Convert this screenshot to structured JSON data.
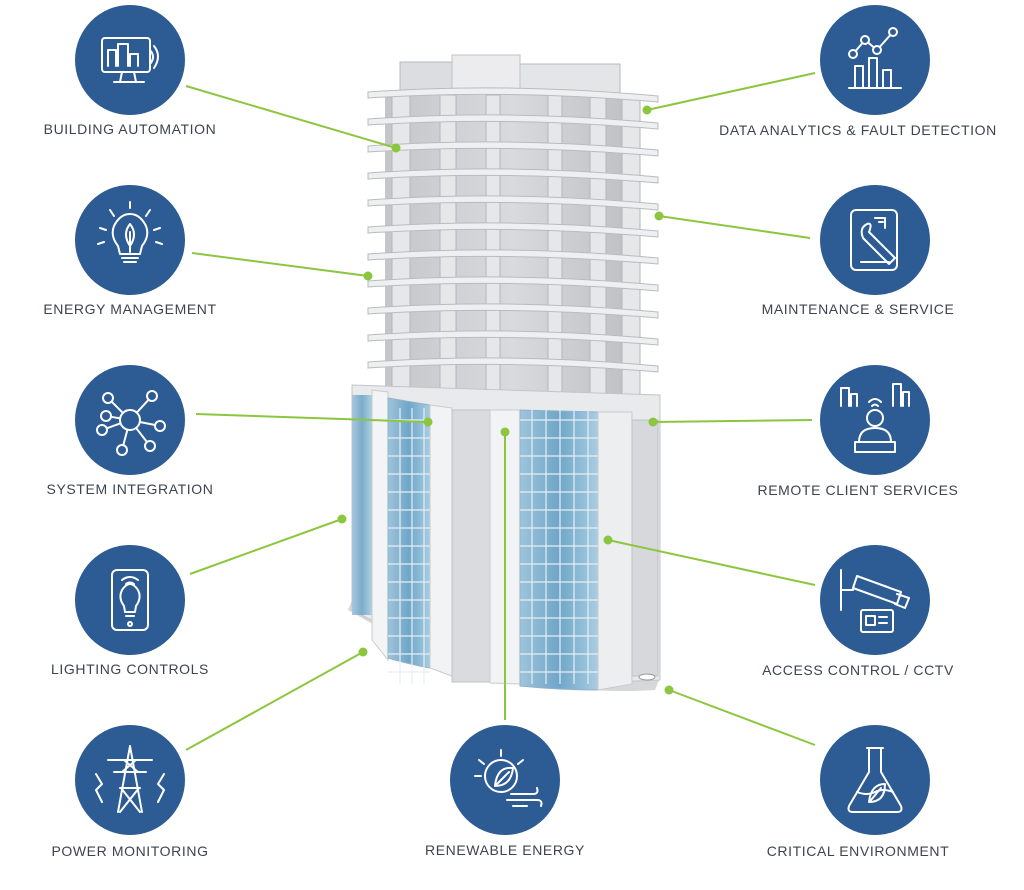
{
  "colors": {
    "circle": "#2d5b93",
    "icon": "#ffffff",
    "connector": "#8cc63f",
    "label": "#3d4450"
  },
  "services": [
    {
      "id": "building-automation",
      "label": "BUILDING AUTOMATION",
      "icon": "building-automation-icon"
    },
    {
      "id": "energy-management",
      "label": "ENERGY MANAGEMENT",
      "icon": "lightbulb-leaf-icon"
    },
    {
      "id": "system-integration",
      "label": "SYSTEM INTEGRATION",
      "icon": "network-hub-icon"
    },
    {
      "id": "lighting-controls",
      "label": "LIGHTING CONTROLS",
      "icon": "phone-lightbulb-icon"
    },
    {
      "id": "power-monitoring",
      "label": "POWER MONITORING",
      "icon": "power-pylon-icon"
    },
    {
      "id": "renewable-energy",
      "label": "RENEWABLE ENERGY",
      "icon": "sun-wind-leaf-icon"
    },
    {
      "id": "data-analytics",
      "label": "DATA ANALYTICS & FAULT DETECTION",
      "icon": "analytics-chart-icon"
    },
    {
      "id": "maintenance-service",
      "label": "MAINTENANCE & SERVICE",
      "icon": "tablet-wrench-icon"
    },
    {
      "id": "remote-client-services",
      "label": "REMOTE CLIENT SERVICES",
      "icon": "remote-operator-icon"
    },
    {
      "id": "access-control-cctv",
      "label": "ACCESS CONTROL / CCTV",
      "icon": "cctv-keycard-icon"
    },
    {
      "id": "critical-environment",
      "label": "CRITICAL ENVIRONMENT",
      "icon": "lab-flask-icon"
    }
  ]
}
